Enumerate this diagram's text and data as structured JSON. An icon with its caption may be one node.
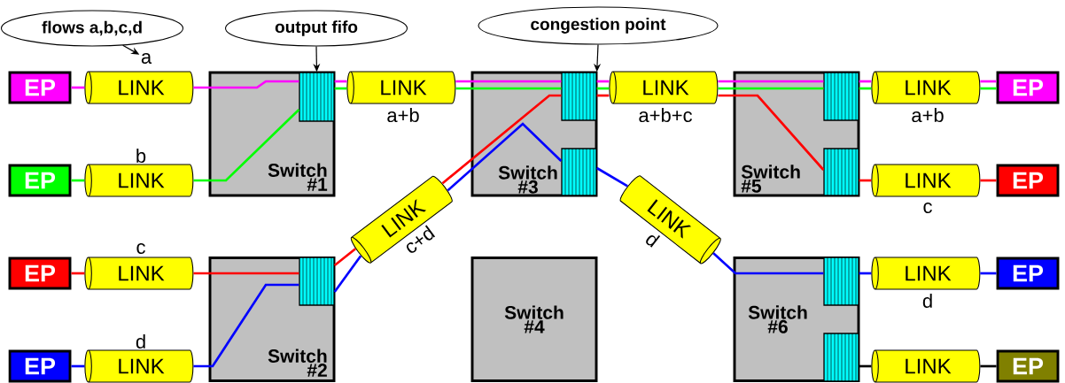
{
  "diagram": {
    "nodes": [
      {
        "text": [
          "flows a,b,c,d"
        ]
      },
      {
        "text": [
          "output fifo"
        ]
      },
      {
        "text": [
          "congestion point"
        ]
      },
      {
        "text": [
          "a"
        ]
      },
      {
        "text": [
          "EP"
        ]
      },
      {
        "text": [
          "LINK"
        ]
      },
      {
        "text": [
          "EP"
        ]
      },
      {
        "text": [
          "LINK"
        ],
        "beside": [
          "b"
        ]
      },
      {
        "text": [
          "EP"
        ]
      },
      {
        "text": [
          "LINK"
        ],
        "beside": [
          "c"
        ]
      },
      {
        "text": [
          "EP"
        ]
      },
      {
        "text": [
          "LINK"
        ],
        "beside": [
          "d"
        ]
      },
      {
        "text": [
          "Switch #1"
        ]
      },
      {
        "text": [],
        "shape": "box",
        "in": 12
      },
      {
        "text": [
          "Switch #2"
        ]
      },
      {
        "text": [],
        "shape": "box",
        "in": 14
      },
      {
        "text": [
          "LINK"
        ],
        "beside": [
          "a+b"
        ]
      },
      {
        "text": [
          "LINK"
        ],
        "beside": [
          "c+d"
        ]
      },
      {
        "text": [
          "Switch #3"
        ]
      },
      {
        "text": [],
        "shape": "box",
        "in": 18
      },
      {
        "text": [],
        "shape": "box",
        "in": 18
      },
      {
        "text": [
          "Switch #4"
        ]
      },
      {
        "text": [
          "LINK"
        ],
        "beside": [
          "a+b+c"
        ]
      },
      {
        "text": [
          "LINK"
        ],
        "beside": [
          "d"
        ]
      },
      {
        "text": [
          "Switch #5"
        ]
      },
      {
        "text": [],
        "shape": "box",
        "in": 24
      },
      {
        "text": [],
        "shape": "box",
        "in": 24
      },
      {
        "text": [
          "Switch #6"
        ]
      },
      {
        "text": [],
        "shape": "box",
        "in": 27
      },
      {
        "text": [],
        "shape": "box",
        "in": 27
      },
      {
        "text": [
          "LINK"
        ],
        "beside": [
          "a+b"
        ]
      },
      {
        "text": [
          "EP"
        ]
      },
      {
        "text": [
          "LINK"
        ],
        "beside": [
          "c"
        ]
      },
      {
        "text": [
          "EP"
        ]
      },
      {
        "text": [
          "LINK"
        ],
        "beside": [
          "d"
        ]
      },
      {
        "text": [
          "EP"
        ]
      },
      {
        "text": [
          "LINK"
        ]
      },
      {
        "text": [
          "EP"
        ]
      }
    ],
    "edges": [
      {
        "from": 0,
        "to": 3,
        "arrow": "to",
        "color": "#000000"
      },
      {
        "from": 1,
        "to": 13,
        "arrow": "to",
        "color": "#000000"
      },
      {
        "from": 2,
        "to": 19,
        "arrow": "to",
        "color": "#000000"
      },
      {
        "from": 4,
        "to": 5,
        "arrow": "none",
        "color": "#ff00ff"
      },
      {
        "from": 5,
        "to": 13,
        "arrow": "none",
        "color": "#ff00ff"
      },
      {
        "from": 13,
        "to": 16,
        "arrow": "none",
        "color": "#ff00ff"
      },
      {
        "from": 16,
        "to": 19,
        "arrow": "none",
        "color": "#ff00ff"
      },
      {
        "from": 19,
        "to": 22,
        "arrow": "none",
        "color": "#ff00ff"
      },
      {
        "from": 22,
        "to": 25,
        "arrow": "none",
        "color": "#ff00ff"
      },
      {
        "from": 25,
        "to": 30,
        "arrow": "none",
        "color": "#ff00ff"
      },
      {
        "from": 30,
        "to": 31,
        "arrow": "none",
        "color": "#ff00ff"
      },
      {
        "from": 6,
        "to": 7,
        "arrow": "none",
        "color": "#00ff00"
      },
      {
        "from": 7,
        "to": 13,
        "arrow": "none",
        "color": "#00ff00"
      },
      {
        "from": 13,
        "to": 16,
        "arrow": "none",
        "color": "#00ff00"
      },
      {
        "from": 16,
        "to": 19,
        "arrow": "none",
        "color": "#00ff00"
      },
      {
        "from": 19,
        "to": 22,
        "arrow": "none",
        "color": "#00ff00"
      },
      {
        "from": 22,
        "to": 25,
        "arrow": "none",
        "color": "#00ff00"
      },
      {
        "from": 25,
        "to": 30,
        "arrow": "none",
        "color": "#00ff00"
      },
      {
        "from": 30,
        "to": 31,
        "arrow": "none",
        "color": "#00ff00"
      },
      {
        "from": 8,
        "to": 9,
        "arrow": "none",
        "color": "#ff0000"
      },
      {
        "from": 9,
        "to": 15,
        "arrow": "none",
        "color": "#ff0000"
      },
      {
        "from": 15,
        "to": 17,
        "arrow": "none",
        "color": "#ff0000"
      },
      {
        "from": 17,
        "to": 19,
        "arrow": "none",
        "color": "#ff0000"
      },
      {
        "from": 19,
        "to": 22,
        "arrow": "none",
        "color": "#ff0000"
      },
      {
        "from": 22,
        "to": 26,
        "arrow": "none",
        "color": "#ff0000"
      },
      {
        "from": 26,
        "to": 32,
        "arrow": "none",
        "color": "#ff0000"
      },
      {
        "from": 32,
        "to": 33,
        "arrow": "none",
        "color": "#ff0000"
      },
      {
        "from": 10,
        "to": 11,
        "arrow": "none",
        "color": "#0000ff"
      },
      {
        "from": 11,
        "to": 15,
        "arrow": "none",
        "color": "#0000ff"
      },
      {
        "from": 15,
        "to": 17,
        "arrow": "none",
        "color": "#0000ff"
      },
      {
        "from": 17,
        "to": 20,
        "arrow": "none",
        "color": "#0000ff"
      },
      {
        "from": 20,
        "to": 23,
        "arrow": "none",
        "color": "#0000ff"
      },
      {
        "from": 23,
        "to": 28,
        "arrow": "none",
        "color": "#0000ff"
      },
      {
        "from": 28,
        "to": 34,
        "arrow": "none",
        "color": "#0000ff"
      },
      {
        "from": 34,
        "to": 35,
        "arrow": "none",
        "color": "#0000ff"
      },
      {
        "from": 29,
        "to": 36,
        "arrow": "none",
        "color": "#000000"
      },
      {
        "from": 36,
        "to": 37,
        "arrow": "none",
        "color": "#000000"
      }
    ]
  }
}
